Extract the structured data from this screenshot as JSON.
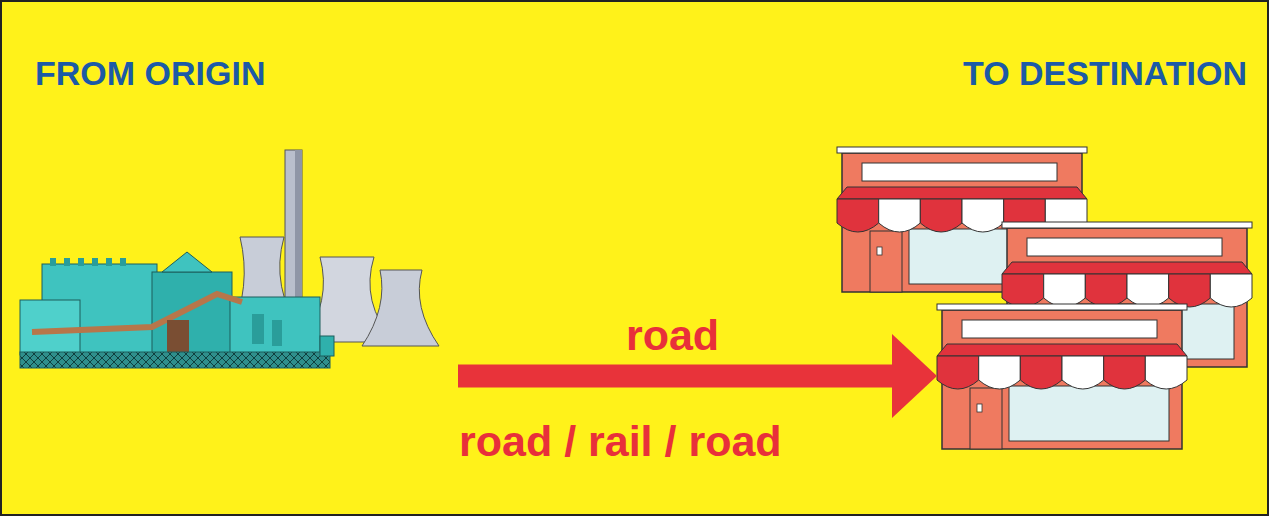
{
  "diagram": {
    "nodes": [
      {
        "text": [
          "FROM ORIGIN"
        ]
      },
      {
        "text": [
          "TO DESTINATION"
        ]
      }
    ],
    "edges": [
      {
        "from": 0,
        "to": 1,
        "arrow": "to",
        "label": "road"
      }
    ],
    "labels": [
      "road / rail / road"
    ]
  }
}
